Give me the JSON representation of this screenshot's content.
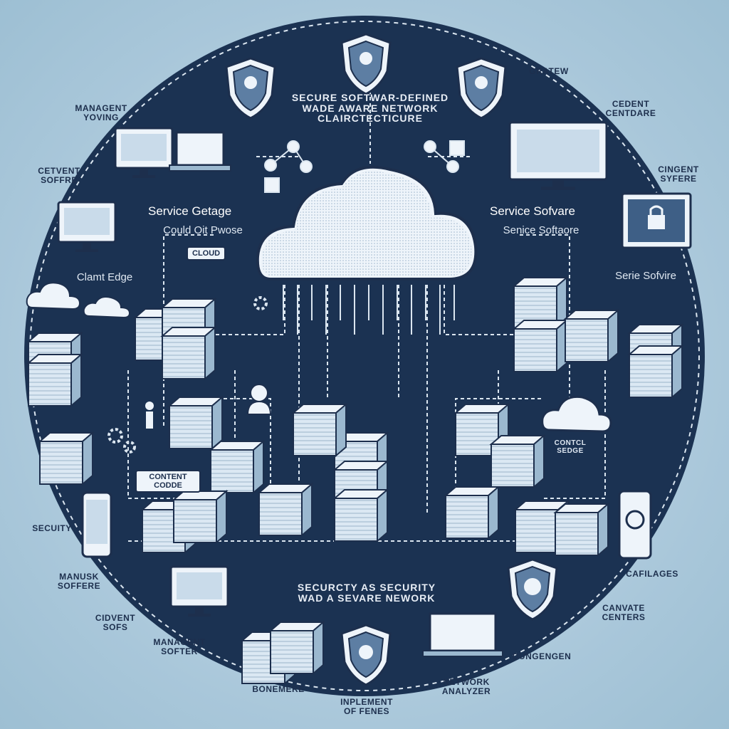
{
  "colors": {
    "background": "#a9c7da",
    "circle": "#1b3252",
    "line": "#dbe6f0",
    "server_face": "#d9e6f1",
    "server_side": "#9bb8cf",
    "outline": "#1d2f4d"
  },
  "diagram": {
    "title": "SECURE SOFTWAR-DEFINED\nWADE AWARE NETWORK\nCLAIRCTECTICURE",
    "bottom_caption": "SECURCTY AS SECURITY\nWAD A SEVARE NEWORK",
    "center_node": "cloud-icon",
    "inner_labels": {
      "service_getage": "Service Getage",
      "cloud_oit": "Could Oit Pwose",
      "service_sofvare": "Service Sofvare",
      "service_software": "Senice Softaore",
      "clamt_edge": "Clamt Edge",
      "serie_sofvire": "Serie Sofvire",
      "cloud_tag": "CLOUD",
      "content_code": "CONTENT\nCODDE",
      "contcl_sedge": "CONTCL\nSEDGE"
    },
    "outer_labels": {
      "managent": "MANAGENT\nYOVING",
      "gratew": "GRATEW",
      "cedent_contdare": "CEDENT\nCENTDARE",
      "cetvent_soffre": "CETVENT\nSOFFRE",
      "cingent_syfere": "CINGENT\nSYFERE",
      "secuity": "SECUITY",
      "manusk_soffere": "MANUSK\nSOFFERE",
      "cidvent_sofs": "CIDVENT\nSOFS",
      "management_softer": "MANAGENT\nSOFTER",
      "bonemere": "BONEMERE",
      "implement_fenes": "INPLEMENT\nOF FENES",
      "network_analyzer": "NETWORK\nANALYZER",
      "dungengen": "DUNGENGEN",
      "cafilages": "CAFILAGES",
      "canvate_centers": "CANVATE\nCENTERS"
    },
    "icons": [
      "shield-icon",
      "cloud-icon",
      "server-stack-icon",
      "monitor-icon",
      "laptop-icon",
      "lock-icon",
      "gear-icon",
      "user-icon",
      "phone-icon",
      "network-node-icon"
    ]
  }
}
